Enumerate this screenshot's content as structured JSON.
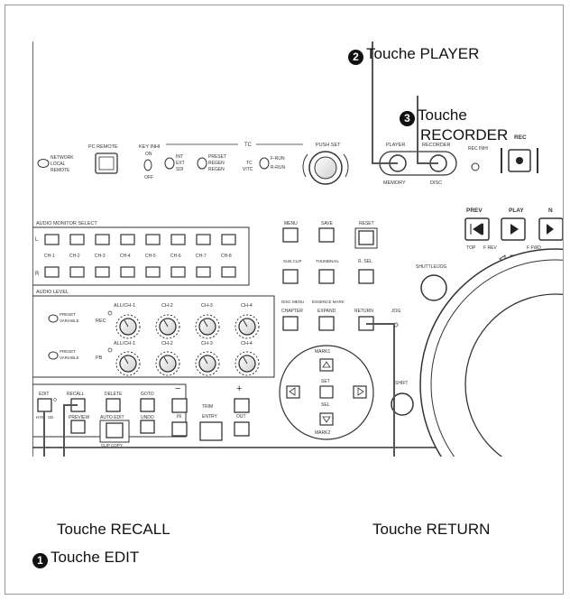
{
  "callouts": {
    "player": {
      "num": "2",
      "text": "Touche PLAYER"
    },
    "recorder": {
      "num": "3",
      "line1": "Touche",
      "line2": "RECORDER"
    },
    "recall": {
      "text": "Touche RECALL"
    },
    "edit": {
      "num": "1",
      "text": "Touche EDIT"
    },
    "return": {
      "text": "Touche RETURN"
    }
  },
  "panel": {
    "pc_remote": "PC REMOTE",
    "network": "NETWORK",
    "local": "LOCAL",
    "remote": "REMOTE",
    "key_inhi": "KEY INHI",
    "on": "ON",
    "off": "OFF",
    "tc": "TC",
    "int": "INT",
    "ext": "EXT",
    "sdi": "SDI",
    "preset": "PRESET",
    "regen": "REGEN",
    "tc_vitc": "TC",
    "vitc": "VITC",
    "f_run": "F-RUN",
    "r_run": "R-RUN",
    "push_set": "PUSH SET",
    "player": "PLAYER",
    "recorder": "RECORDER",
    "memory": "MEMORY",
    "disc": "DISC",
    "rec_inhi": "REC INHI",
    "rec": "REC",
    "prev": "PREV",
    "play": "PLAY",
    "next": "N",
    "top": "TOP",
    "f_rev": "F REV",
    "f_fwd": "F FWD",
    "audio_monitor_select": "AUDIO MONITOR SELECT",
    "ch_labels": [
      "CH-1",
      "CH-2",
      "CH-3",
      "CH-4",
      "CH-5",
      "CH-6",
      "CH-7",
      "CH-8"
    ],
    "row_l": "L",
    "row_r": "R",
    "audio_level": "AUDIO LEVEL",
    "preset_variable_1": "PRESET",
    "variable_1": "VARIABLE",
    "preset_variable_2": "PRESET",
    "variable_2": "VARIABLE",
    "rec_row": "REC",
    "pb_row": "PB",
    "level_labels": [
      "ALL/CH-1",
      "CH-2",
      "CH-3",
      "CH-4"
    ],
    "menu": "MENU",
    "save": "SAVE",
    "reset": "RESET",
    "sub_clip": "SUB CLIP",
    "thumbnail": "THUMBNAIL",
    "r_sel": "R. SEL",
    "disc_menu": "DISC MENU",
    "essence_mark": "ESSENCE MARK",
    "chapter": "CHAPTER",
    "expand": "EXPAND",
    "return_btn": "RETURN",
    "jog": "JOG",
    "shuttle_jog": "SHUTTLE/JOG",
    "edit": "EDIT",
    "hyb": "HYB",
    "sd": "SD",
    "recall": "RECALL",
    "delete": "DELETE",
    "goto": "GOTO",
    "minus": "−",
    "trim": "TRIM",
    "plus": "+",
    "preview": "PREVIEW",
    "auto_edit": "AUTO EDIT",
    "clip_copy": "CLIP COPY",
    "undo": "UNDO",
    "in": "IN",
    "entry": "ENTRY",
    "out": "OUT",
    "mark1": "MARK1",
    "mark2": "MARK2",
    "set": "SET",
    "sel": "SEL",
    "shift": "SHIFT"
  }
}
